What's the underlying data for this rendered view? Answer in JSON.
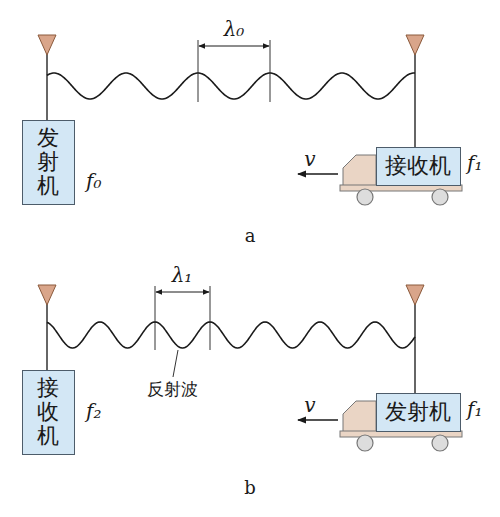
{
  "diagram": {
    "nodes": [
      {
        "text": [
          "发射机"
        ]
      },
      {
        "text": [
          "接收机"
        ]
      },
      {
        "text": [
          "接收机"
        ]
      },
      {
        "text": [
          "发射机"
        ]
      }
    ],
    "labels": [
      "λ₀",
      "f₀",
      "v",
      "f₁",
      "a",
      "λ₁",
      "反射波",
      "f₂",
      "v",
      "f₁",
      "b"
    ]
  }
}
